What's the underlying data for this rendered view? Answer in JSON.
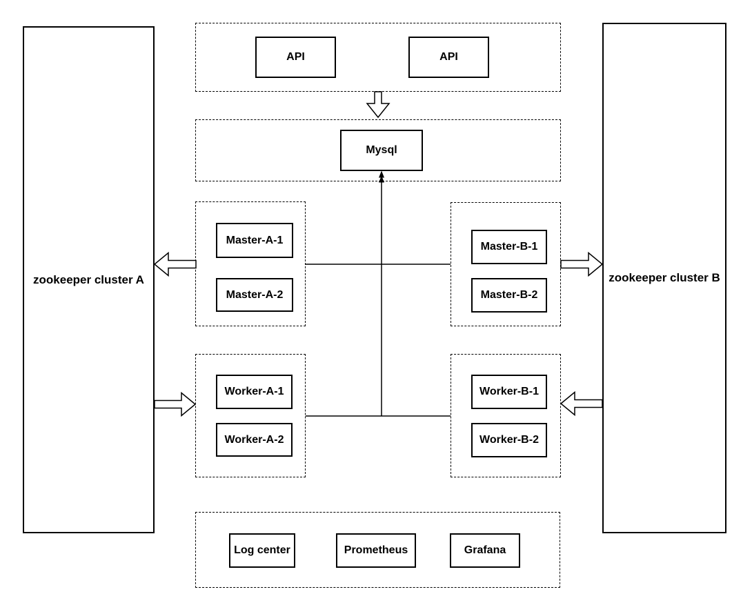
{
  "clusters": {
    "zookeeper_a": "zookeeper cluster A",
    "zookeeper_b": "zookeeper cluster B"
  },
  "nodes": {
    "api_1": "API",
    "api_2": "API",
    "mysql": "Mysql",
    "master_a_1": "Master-A-1",
    "master_a_2": "Master-A-2",
    "master_b_1": "Master-B-1",
    "master_b_2": "Master-B-2",
    "worker_a_1": "Worker-A-1",
    "worker_a_2": "Worker-A-2",
    "worker_b_1": "Worker-B-1",
    "worker_b_2": "Worker-B-2",
    "log_center": "Log center",
    "prometheus": "Prometheus",
    "grafana": "Grafana"
  },
  "colors": {
    "stroke": "#000000",
    "background": "#ffffff"
  }
}
